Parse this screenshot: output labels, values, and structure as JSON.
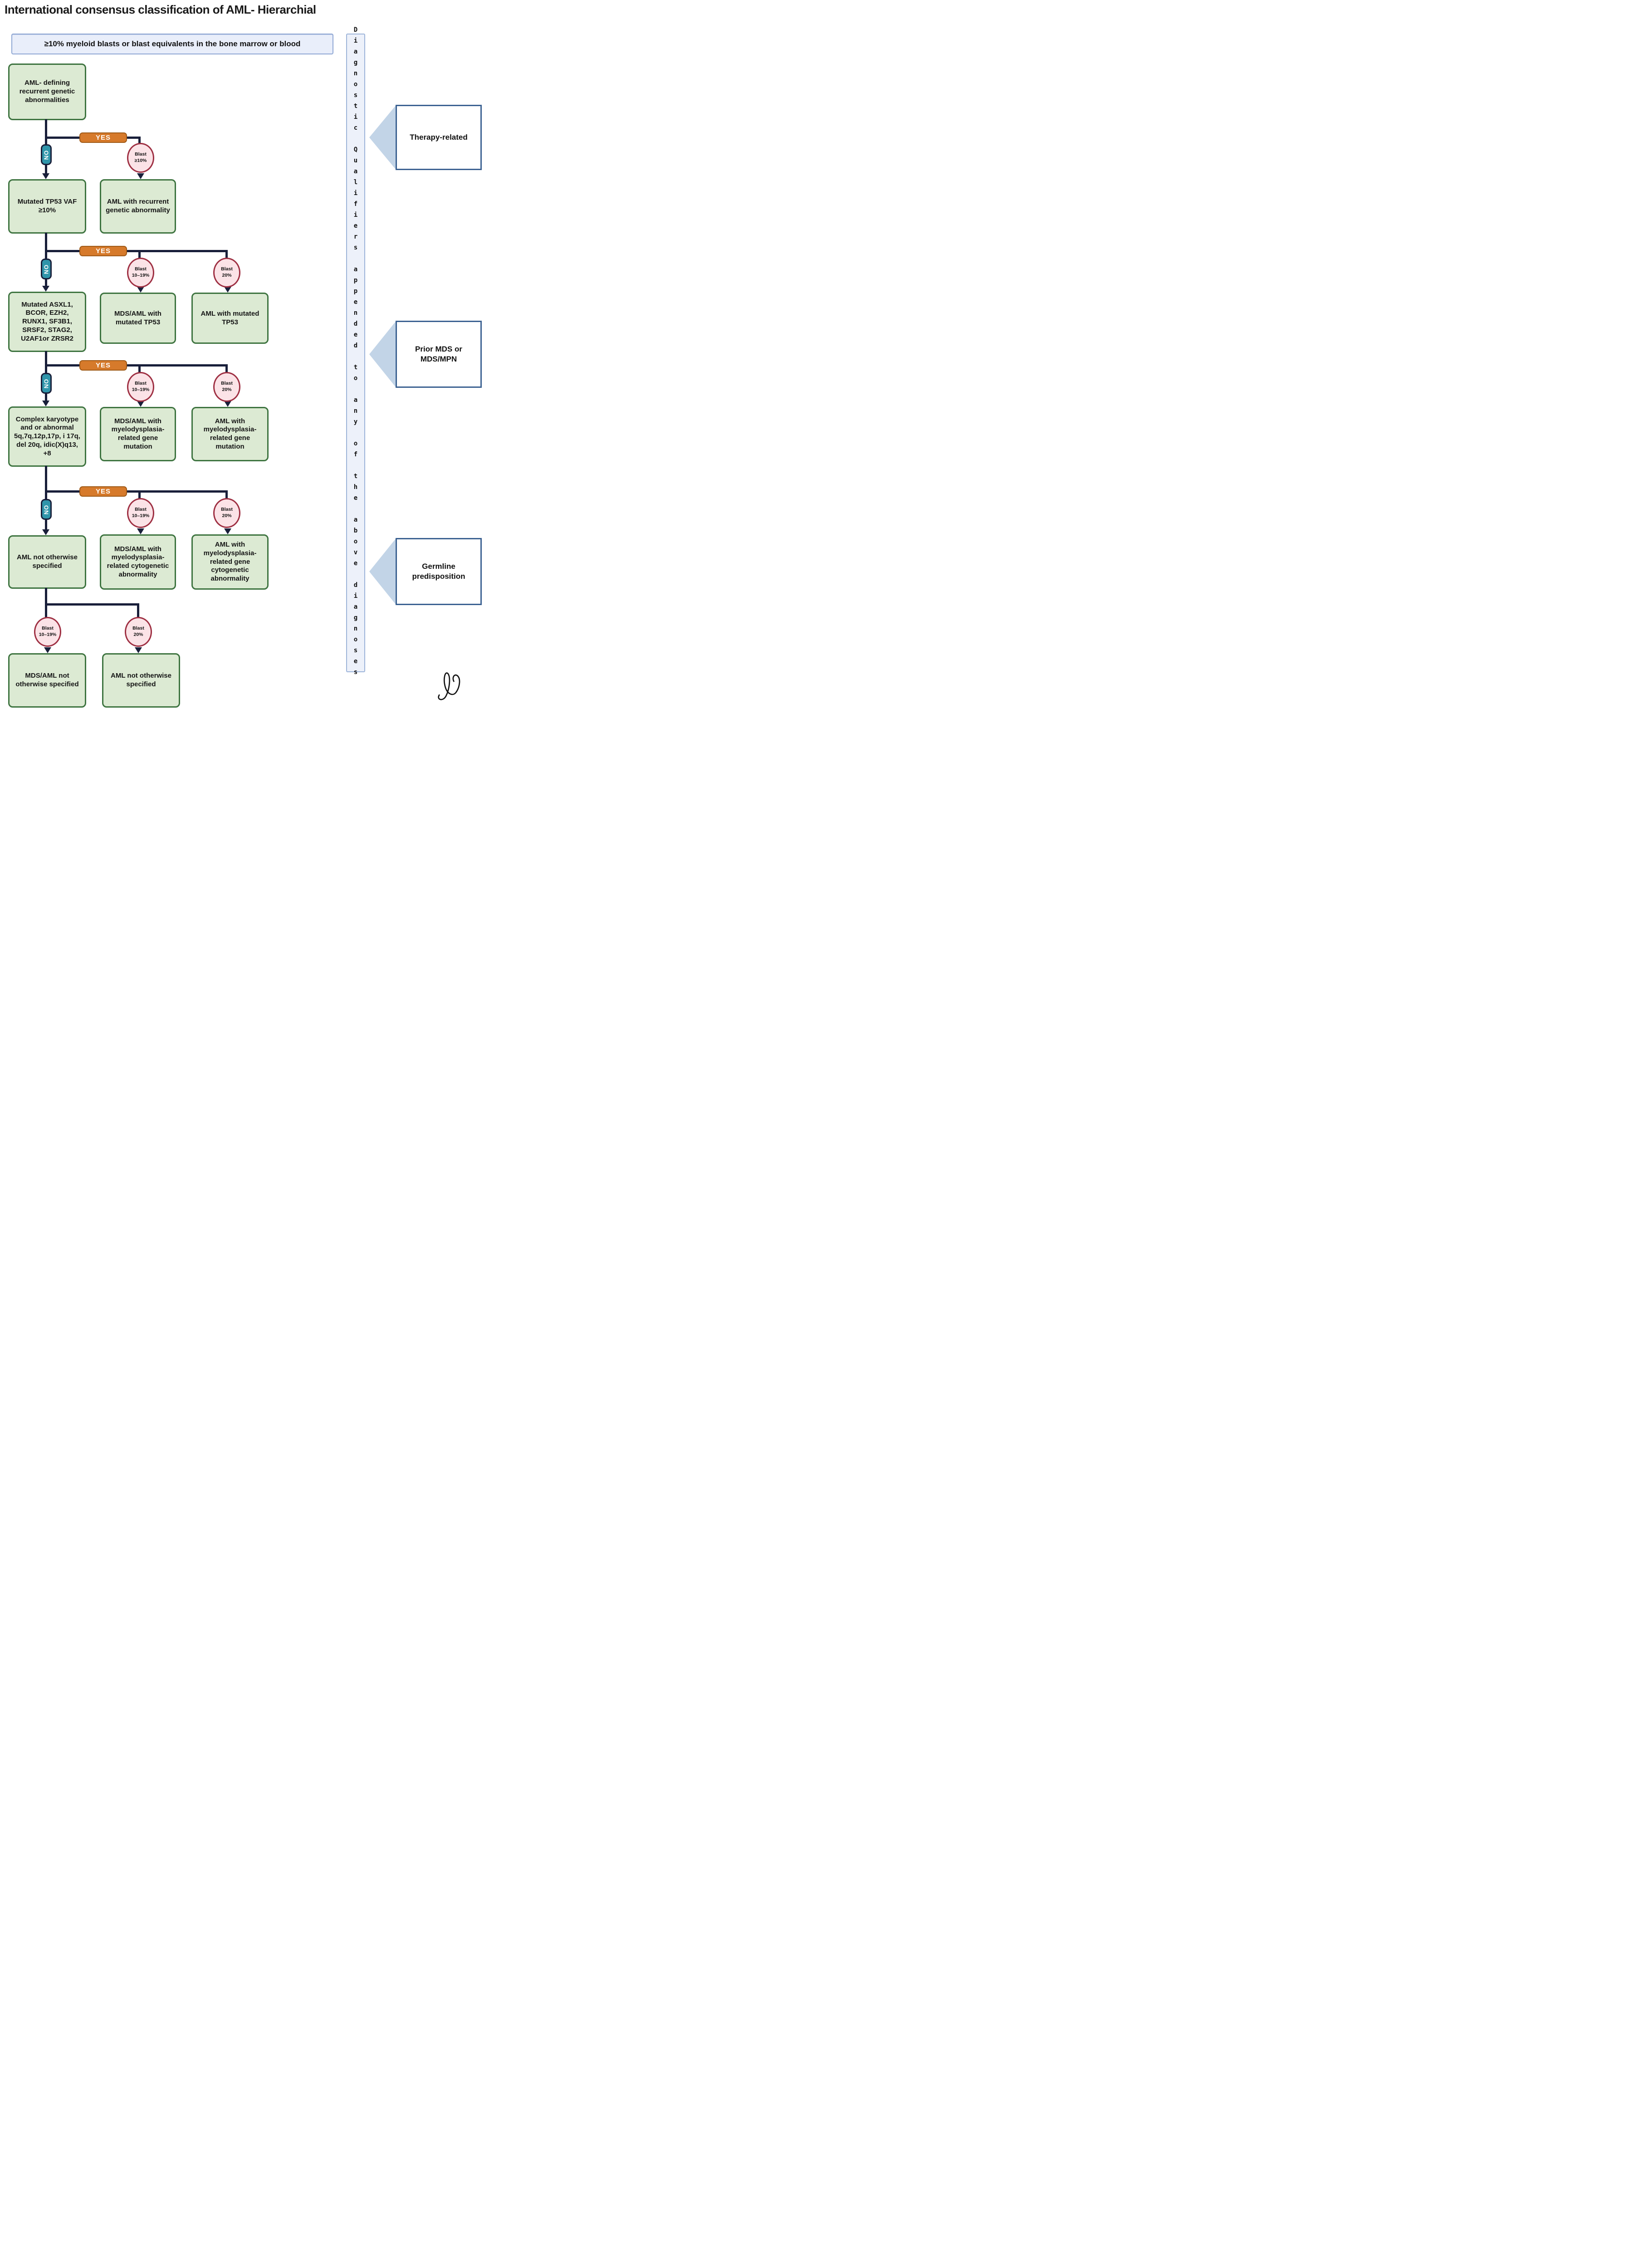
{
  "title": "International consensus classification of AML- Hierarchial",
  "banner": {
    "text": "≥10% myeloid blasts or blast equivalents in the bone marrow or blood"
  },
  "flow": {
    "yes_label": "YES",
    "no_label": "NO",
    "rows": [
      {
        "decision": "AML- defining recurrent genetic abnormalities",
        "branches": [
          {
            "blast": "Blast ≥10%",
            "result": "AML with recurrent genetic abnormality"
          }
        ]
      },
      {
        "decision": "Mutated TP53 VAF ≥10%",
        "branches": [
          {
            "blast": "Blast 10–19%",
            "result": "MDS/AML with mutated TP53"
          },
          {
            "blast": "Blast 20%",
            "result": "AML with mutated TP53"
          }
        ]
      },
      {
        "decision": "Mutated ASXL1, BCOR, EZH2, RUNX1, SF3B1, SRSF2, STAG2, U2AF1or ZRSR2",
        "branches": [
          {
            "blast": "Blast 10–19%",
            "result": "MDS/AML with myelodysplasia-related gene mutation"
          },
          {
            "blast": "Blast 20%",
            "result": "AML with myelodysplasia-related gene mutation"
          }
        ]
      },
      {
        "decision": "Complex karyotype and or abnormal 5q,7q,12p,17p, i 17q, del 20q, idic(X)q13, +8",
        "branches": [
          {
            "blast": "Blast 10–19%",
            "result": "MDS/AML with myelodysplasia- related cytogenetic abnormality"
          },
          {
            "blast": "Blast 20%",
            "result": "AML with myelodysplasia- related gene cytogenetic abnormality"
          }
        ]
      },
      {
        "decision": "AML not otherwise specified",
        "branches": [
          {
            "blast": "Blast 10–19%",
            "result": "MDS/AML not otherwise specified"
          },
          {
            "blast": "Blast 20%",
            "result": "AML not otherwise specified"
          }
        ]
      }
    ]
  },
  "qualifiers": {
    "strip_text": "Diagnostic Qualifiers appended to any of the above diagnoses",
    "items": [
      "Therapy-related",
      "Prior MDS or MDS/MPN",
      "Germline predisposition"
    ]
  },
  "icons": {
    "signature": "handwritten-initials-scribble"
  },
  "colors": {
    "box_green_fill": "#dcead3",
    "box_green_border": "#3e7440",
    "connector_navy": "#191f3a",
    "no_teal": "#2f95aa",
    "yes_orange": "#d67a2b",
    "blast_pink_fill": "#fbe3e7",
    "blast_pink_border": "#9e2f42",
    "banner_fill": "#e9eefa",
    "banner_border": "#8fa7d4",
    "strip_fill": "#edf1fa",
    "strip_border": "#9db4d9",
    "pennant_triangle": "#c2d4e7",
    "pennant_border": "#3c6292"
  }
}
